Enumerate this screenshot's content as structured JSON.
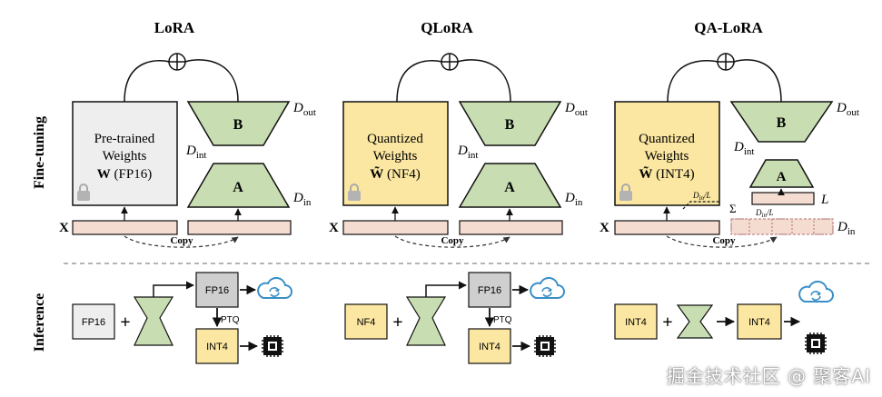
{
  "titles": {
    "lora": "LoRA",
    "qlora": "QLoRA",
    "qalora": "QA-LoRA"
  },
  "row_labels": {
    "finetune": "Fine-tuning",
    "inference": "Inference"
  },
  "finetune": {
    "lora": {
      "w_line1": "Pre-trained",
      "w_line2": "Weights",
      "w_sym": "W",
      "w_type": "(FP16)"
    },
    "qlora": {
      "w_line1": "Quantized",
      "w_line2": "Weights",
      "w_sym": "W̃",
      "w_type": "(NF4)"
    },
    "qalora": {
      "w_line1": "Quantized",
      "w_line2": "Weights",
      "w_sym": "W̃",
      "w_type": "(INT4)"
    },
    "B": "B",
    "A": "A",
    "d_out": "D",
    "d_out_sub": "out",
    "d_int": "D",
    "d_int_sub": "int",
    "d_in": "D",
    "d_in_sub": "in",
    "x": "X",
    "copy": "Copy",
    "L": "L",
    "sigma": "Σ",
    "din_over_l": "D",
    "din_over_l_sub": "in",
    "over_l": "/L"
  },
  "inference": {
    "lora": {
      "input": "FP16",
      "merged": "FP16",
      "quant": "INT4",
      "ptq": "PTQ"
    },
    "qlora": {
      "input": "NF4",
      "merged": "FP16",
      "quant": "INT4",
      "ptq": "PTQ"
    },
    "qalora": {
      "input": "INT4",
      "merged": "INT4"
    },
    "plus": "+"
  },
  "watermark": "掘金技术社区 @ 聚客AI",
  "colors": {
    "green": "#c8deb2",
    "yellow": "#fbe7a1",
    "gray": "#eeeeee",
    "pink": "#f4dcd1",
    "darkgray": "#cfcfcf",
    "blue": "#3a8fc6"
  }
}
